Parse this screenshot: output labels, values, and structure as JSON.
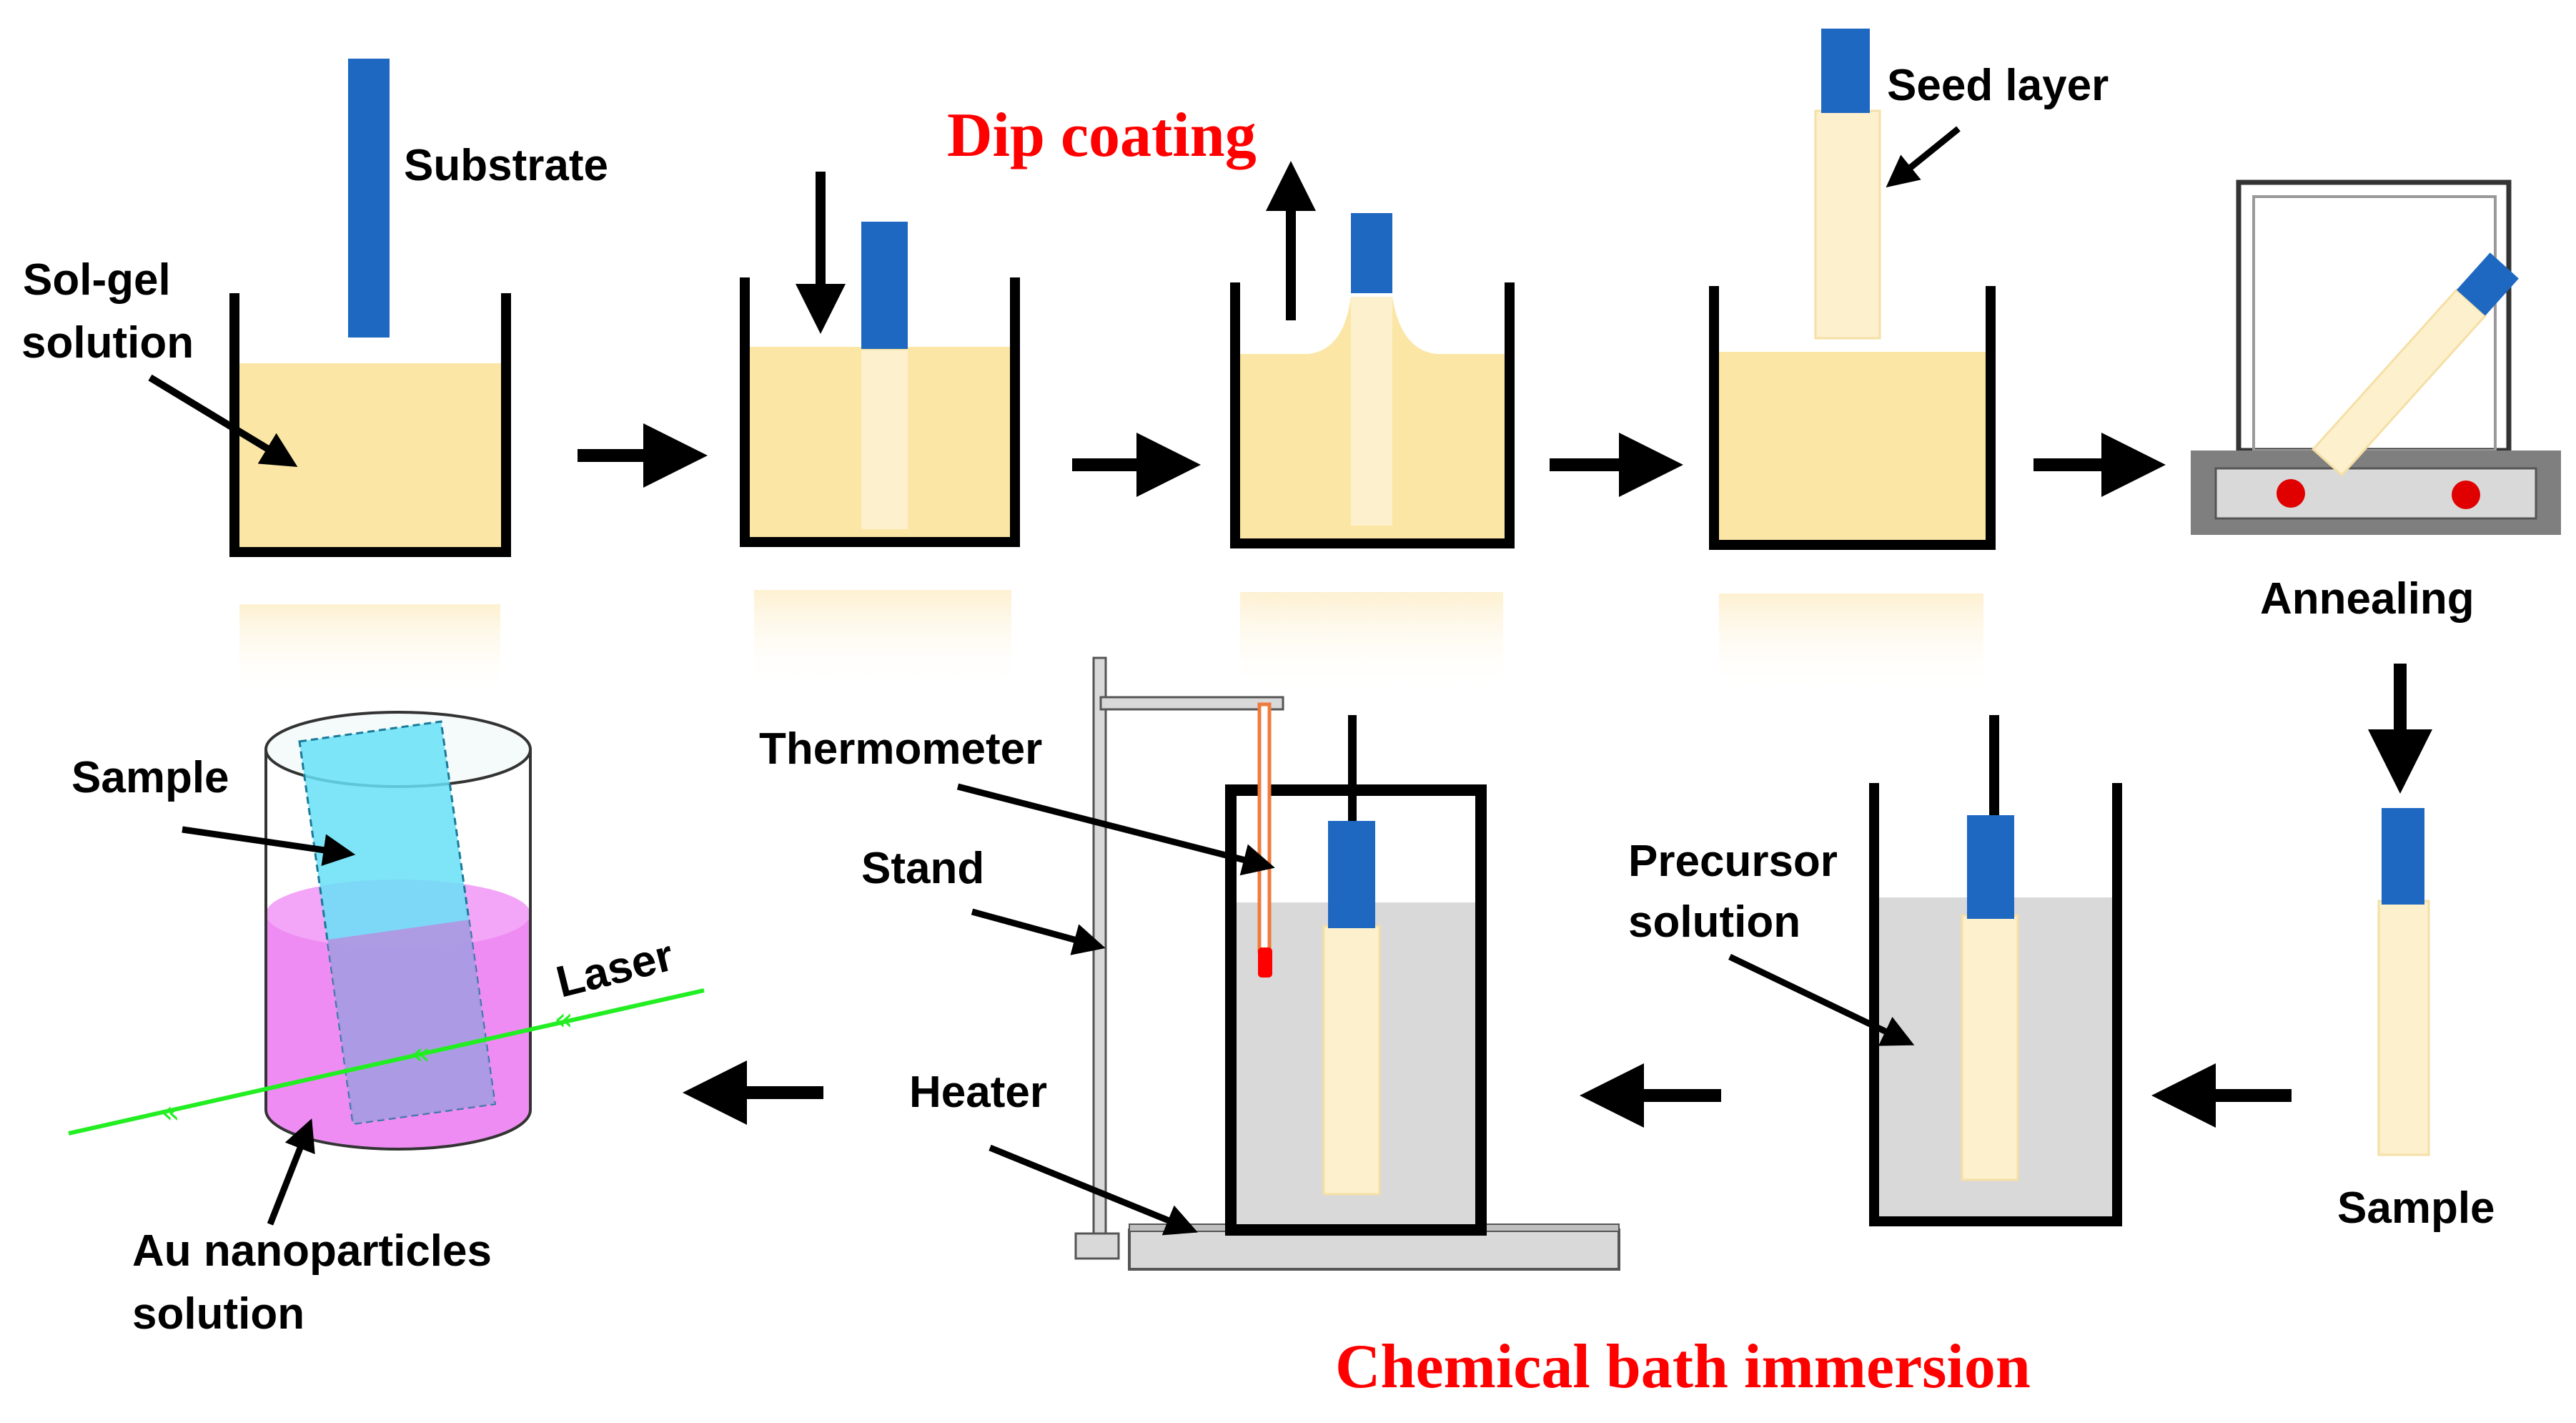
{
  "titles": {
    "dip_coating": "Dip coating",
    "chemical_bath": "Chemical bath immersion"
  },
  "labels": {
    "substrate": "Substrate",
    "sol_gel_line1": "Sol-gel",
    "sol_gel_line2": "solution",
    "seed_layer": "Seed layer",
    "annealing": "Annealing",
    "sample_right": "Sample",
    "precursor_line1": "Precursor",
    "precursor_line2": "solution",
    "thermometer": "Thermometer",
    "stand": "Stand",
    "heater": "Heater",
    "sample_left": "Sample",
    "laser": "Laser",
    "au_line1": "Au nanoparticles",
    "au_line2": "solution"
  },
  "colors": {
    "title_red": "#ff0000",
    "sol_gel": "#fbe6a6",
    "substrate_blue": "#1f68c1",
    "seed_layer": "#fdf0cc",
    "precursor_grey": "#d9d9d9",
    "heater_dot_red": "#e00000",
    "au_solution_pink": "#ef8cf4",
    "sample_cyan": "#66e0f6",
    "laser_green": "#22ee22",
    "thermometer_orange": "#f07a3c"
  }
}
